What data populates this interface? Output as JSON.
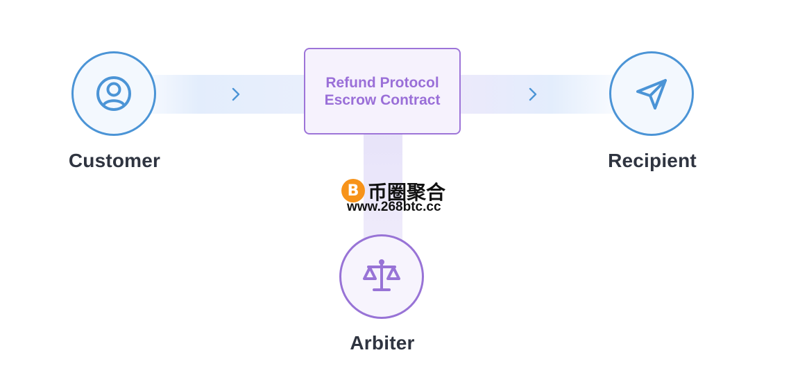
{
  "nodes": {
    "customer": {
      "label": "Customer",
      "icon": "user-circle-icon"
    },
    "recipient": {
      "label": "Recipient",
      "icon": "send-icon"
    },
    "arbiter": {
      "label": "Arbiter",
      "icon": "scales-icon"
    }
  },
  "contract": {
    "line1": "Refund Protocol",
    "line2": "Escrow Contract"
  },
  "watermark": {
    "logo": "B",
    "title": "币圈聚合",
    "url": "www.268btc.cc"
  },
  "colors": {
    "blue": "#4b94d6",
    "purple": "#9873d6",
    "text": "#2f3440",
    "bitcoin": "#f7931a"
  }
}
